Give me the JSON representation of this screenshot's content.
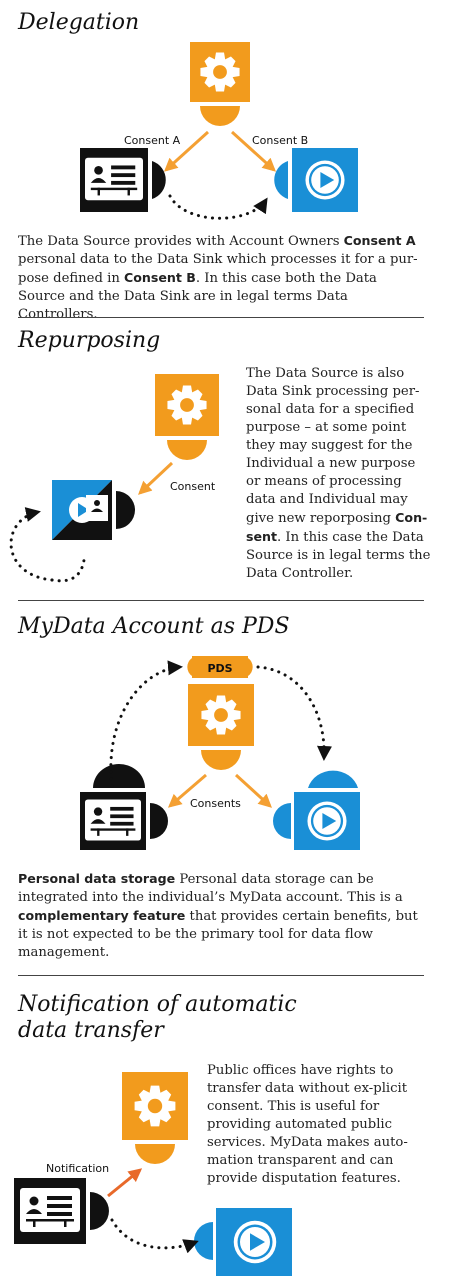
{
  "colors": {
    "orange": "#f29b1d",
    "blue": "#1a8fd6",
    "black": "#111111",
    "arrow_orange": "#f4a033",
    "arrow_red": "#e8692a"
  },
  "delegation": {
    "title": "Delegation",
    "consent_a": "Consent A",
    "consent_b": "Consent B",
    "text": [
      {
        "t": "The Data Source provides with Account Owners "
      },
      {
        "t": "Consent A",
        "b": true
      },
      {
        "t": " personal data to the Data Sink which processes it for a pur-pose defined in "
      },
      {
        "t": "Consent B",
        "b": true
      },
      {
        "t": ". In this case both the Data Source and the Data Sink are in legal terms Data Controllers."
      }
    ]
  },
  "repurposing": {
    "title": "Repurposing",
    "consent": "Consent",
    "text": [
      {
        "t": "The Data Source is also Data Sink processing per-sonal data for a specified purpose – at some point they may suggest for the Individual a new purpose or means of processing data and Individual may give new reporposing "
      },
      {
        "t": "Con-sent",
        "b": true
      },
      {
        "t": ". In this case the Data Source is in legal terms the Data Controller."
      }
    ]
  },
  "pds": {
    "title": "MyData Account as PDS",
    "pds_label": "PDS",
    "consents": "Consents",
    "text": [
      {
        "t": "Personal data storage",
        "b": true
      },
      {
        "t": " Personal data storage can be integrated into the individual’s MyData account. This is a "
      },
      {
        "t": "complementary feature",
        "b": true
      },
      {
        "t": " that provides certain benefits, but it is not expected to be the primary tool for data flow management."
      }
    ]
  },
  "notification": {
    "title": "Notification of automatic data transfer",
    "label": "Notification",
    "text": [
      {
        "t": "Public offices have rights to transfer data without ex-plicit consent. This is useful for providing automated public services. MyData makes auto-mation transparent and can provide disputation features."
      }
    ]
  }
}
